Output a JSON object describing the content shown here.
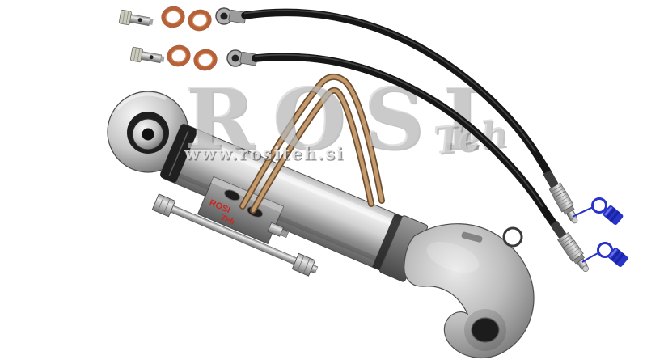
{
  "watermark": {
    "brand": "ROSI",
    "suffix": "Teh",
    "website": "www.rositeh.si"
  },
  "block_label": {
    "line1": "ROSI",
    "line2": "Teh"
  },
  "colors": {
    "background": "#ffffff",
    "hose_black": "#161616",
    "copper_washer": "#b5623a",
    "handle_wire": "#c49a6c",
    "cap_blue": "#2733c9",
    "label_red": "#c8281e"
  }
}
